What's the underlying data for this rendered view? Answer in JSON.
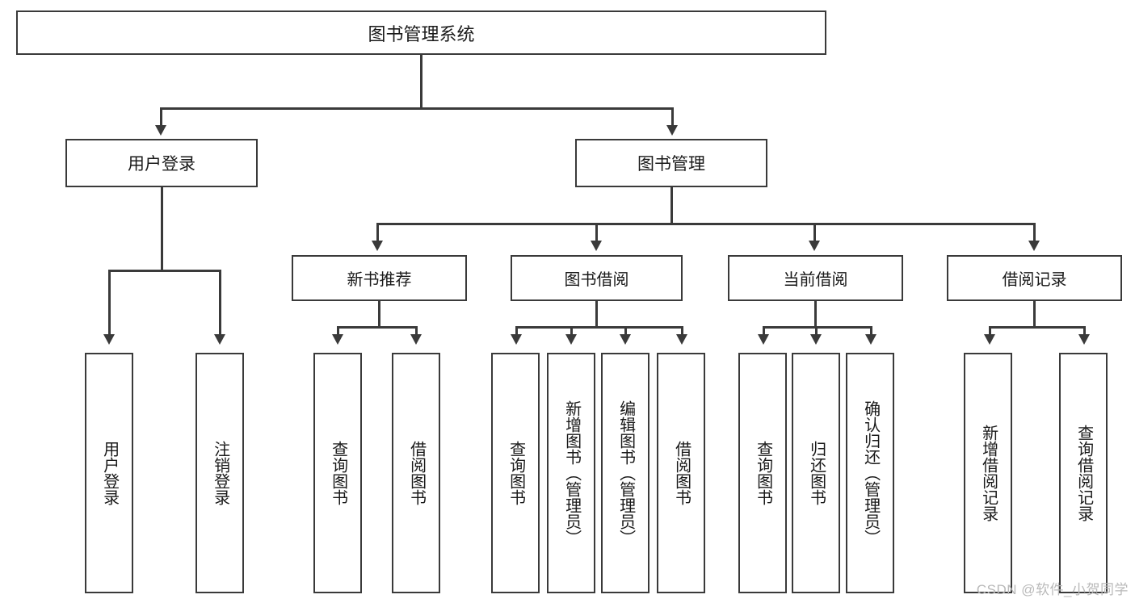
{
  "diagram": {
    "type": "tree-hierarchy",
    "root": {
      "label": "图书管理系统"
    },
    "level1": [
      {
        "label": "用户登录"
      },
      {
        "label": "图书管理"
      }
    ],
    "level2": [
      {
        "label": "新书推荐"
      },
      {
        "label": "图书借阅"
      },
      {
        "label": "当前借阅"
      },
      {
        "label": "借阅记录"
      }
    ],
    "leaves": {
      "user_login": [
        {
          "label": "用户登录"
        },
        {
          "label": "注销登录"
        }
      ],
      "new_book_recommend": [
        {
          "label": "查询图书"
        },
        {
          "label": "借阅图书"
        }
      ],
      "book_borrow": [
        {
          "label": "查询图书"
        },
        {
          "label": "新增图书（管理员）"
        },
        {
          "label": "编辑图书（管理员）"
        },
        {
          "label": "借阅图书"
        }
      ],
      "current_borrow": [
        {
          "label": "查询图书"
        },
        {
          "label": "归还图书"
        },
        {
          "label": "确认归还（管理员）"
        }
      ],
      "borrow_record": [
        {
          "label": "新增借阅记录"
        },
        {
          "label": "查询借阅记录"
        }
      ]
    }
  },
  "watermark": {
    "text": "CSDN @软件_小贺同学"
  },
  "colors": {
    "stroke": "#3a3a3a",
    "background": "#ffffff",
    "text": "#1a1a1a",
    "watermark": "#b9b9b9"
  }
}
